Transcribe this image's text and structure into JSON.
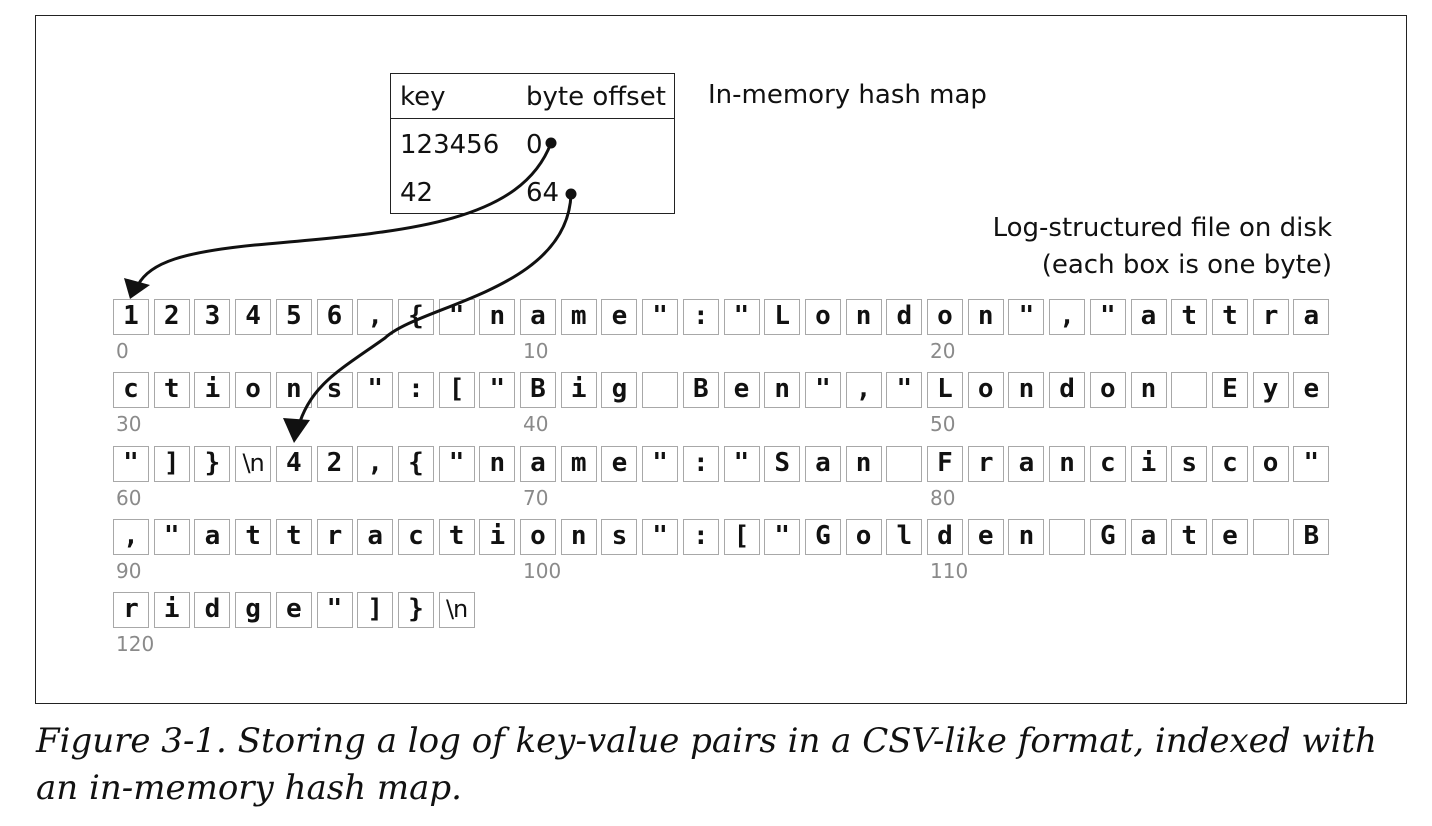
{
  "hash_map": {
    "headers": {
      "key": "key",
      "offset": "byte offset"
    },
    "rows": [
      {
        "key": "123456",
        "offset": "0"
      },
      {
        "key": "42",
        "offset": "64"
      }
    ],
    "label": "In-memory hash map"
  },
  "log_file": {
    "label_line1": "Log-structured file on disk",
    "label_line2": "(each box is one byte)",
    "bytes": [
      "1",
      "2",
      "3",
      "4",
      "5",
      "6",
      ",",
      "{",
      "\"",
      "n",
      "a",
      "m",
      "e",
      "\"",
      ":",
      "\"",
      "L",
      "o",
      "n",
      "d",
      "o",
      "n",
      "\"",
      ",",
      "\"",
      "a",
      "t",
      "t",
      "r",
      "a",
      "c",
      "t",
      "i",
      "o",
      "n",
      "s",
      "\"",
      ":",
      "[",
      "\"",
      "B",
      "i",
      "g",
      " ",
      "B",
      "e",
      "n",
      "\"",
      ",",
      "\"",
      "L",
      "o",
      "n",
      "d",
      "o",
      "n",
      " ",
      "E",
      "y",
      "e",
      "\"",
      "]",
      "}",
      "\\n",
      "4",
      "2",
      ",",
      "{",
      "\"",
      "n",
      "a",
      "m",
      "e",
      "\"",
      ":",
      "\"",
      "S",
      "a",
      "n",
      " ",
      "F",
      "r",
      "a",
      "n",
      "c",
      "i",
      "s",
      "c",
      "o",
      "\"",
      ",",
      "\"",
      "a",
      "t",
      "t",
      "r",
      "a",
      "c",
      "t",
      "i",
      "o",
      "n",
      "s",
      "\"",
      ":",
      "[",
      "\"",
      "G",
      "o",
      "l",
      "d",
      "e",
      "n",
      " ",
      "G",
      "a",
      "t",
      "e",
      " ",
      "B",
      "r",
      "i",
      "d",
      "g",
      "e",
      "\"",
      "]",
      "}",
      "\\n"
    ],
    "offset_labels": [
      "0",
      "10",
      "20",
      "30",
      "40",
      "50",
      "60",
      "70",
      "80",
      "90",
      "100",
      "110",
      "120"
    ]
  },
  "caption": "Figure 3-1. Storing a log of key-value pairs in a CSV-like format, indexed with an in-memory hash map."
}
